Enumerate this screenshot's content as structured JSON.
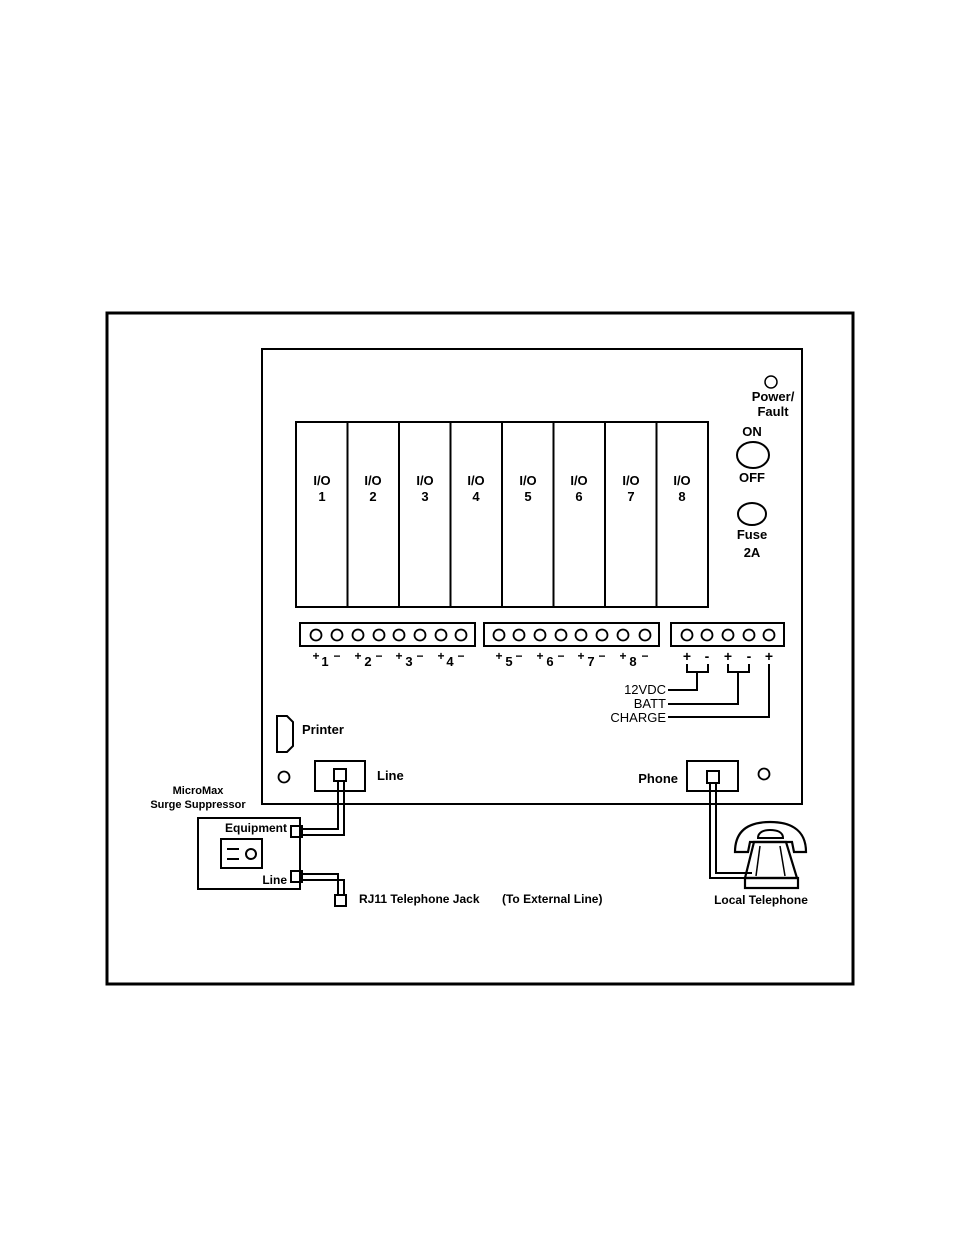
{
  "indicators": {
    "power_fault_line1": "Power/",
    "power_fault_line2": "Fault",
    "switch_on": "ON",
    "switch_off": "OFF",
    "fuse_line1": "Fuse",
    "fuse_line2": "2A"
  },
  "io_modules": [
    {
      "label": "I/O",
      "num": "1"
    },
    {
      "label": "I/O",
      "num": "2"
    },
    {
      "label": "I/O",
      "num": "3"
    },
    {
      "label": "I/O",
      "num": "4"
    },
    {
      "label": "I/O",
      "num": "5"
    },
    {
      "label": "I/O",
      "num": "6"
    },
    {
      "label": "I/O",
      "num": "7"
    },
    {
      "label": "I/O",
      "num": "8"
    }
  ],
  "terminal_labels": {
    "plus": "+",
    "minus": "−",
    "nums": [
      "1",
      "2",
      "3",
      "4",
      "5",
      "6",
      "7",
      "8"
    ]
  },
  "power_terminals": {
    "signs": [
      "+",
      "-",
      "+",
      "-",
      "+"
    ],
    "vdc": "12VDC",
    "batt": "BATT",
    "charge": "CHARGE"
  },
  "ports": {
    "printer": "Printer",
    "line": "Line",
    "phone": "Phone"
  },
  "surge": {
    "title_line1": "MicroMax",
    "title_line2": "Surge Suppressor",
    "equipment": "Equipment",
    "line": "Line"
  },
  "rj11": {
    "label": "RJ11 Telephone Jack",
    "note": "(To External Line)"
  },
  "telephone": {
    "label": "Local Telephone"
  }
}
